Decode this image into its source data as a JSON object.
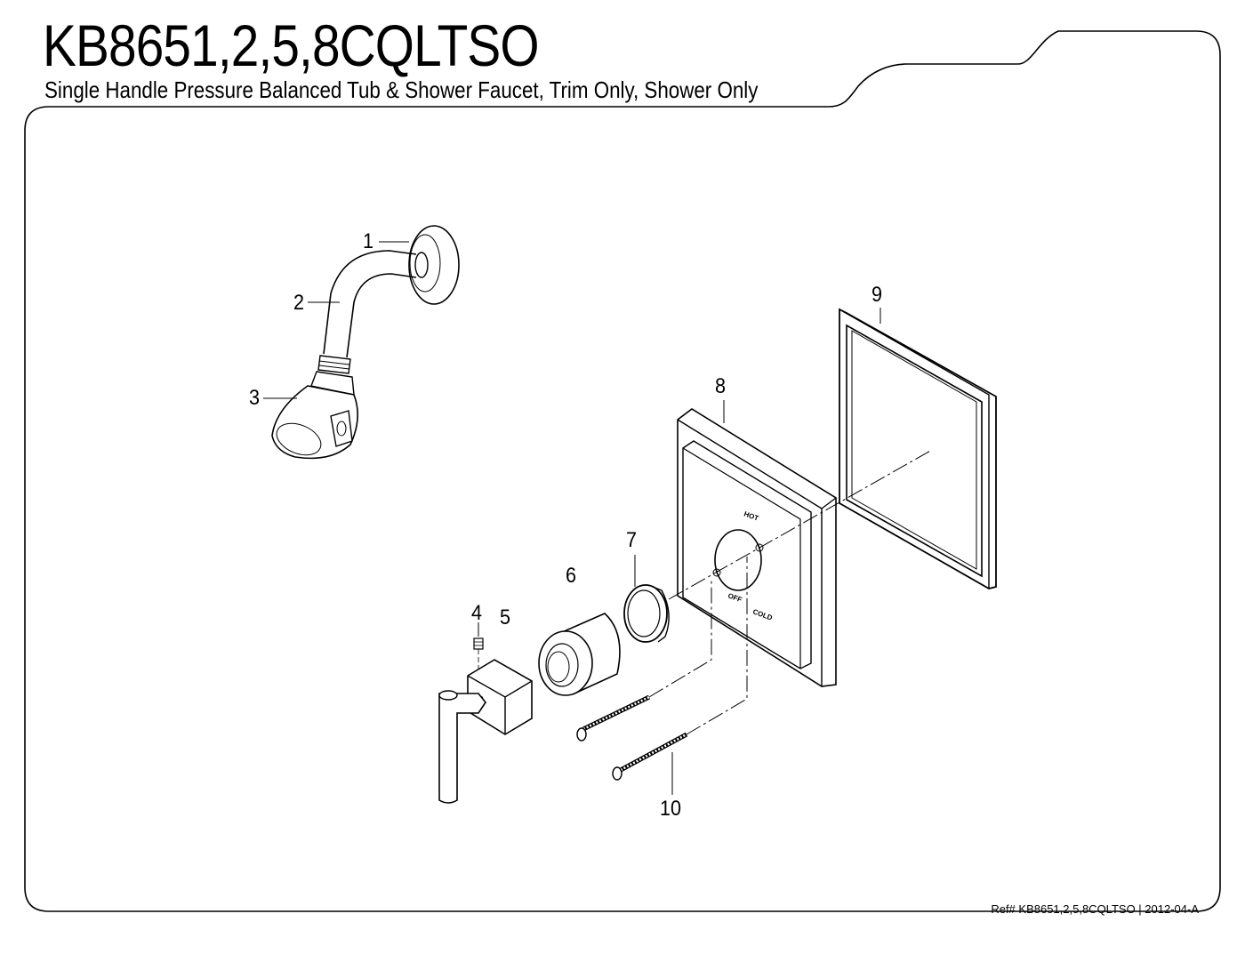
{
  "header": {
    "title": "KB8651,2,5,8CQLTSO",
    "subtitle": "Single Handle Pressure Balanced Tub & Shower Faucet, Trim Only, Shower Only"
  },
  "callouts": [
    "1",
    "2",
    "3",
    "4",
    "5",
    "6",
    "7",
    "8",
    "9",
    "10"
  ],
  "plate_markings": {
    "hot": "HOT",
    "off": "OFF",
    "cold": "COLD"
  },
  "footer": {
    "reference": "Ref# KB8651,2,5,8CQLTSO | 2012-04-A"
  },
  "colors": {
    "line": "#000000",
    "background": "#ffffff"
  }
}
